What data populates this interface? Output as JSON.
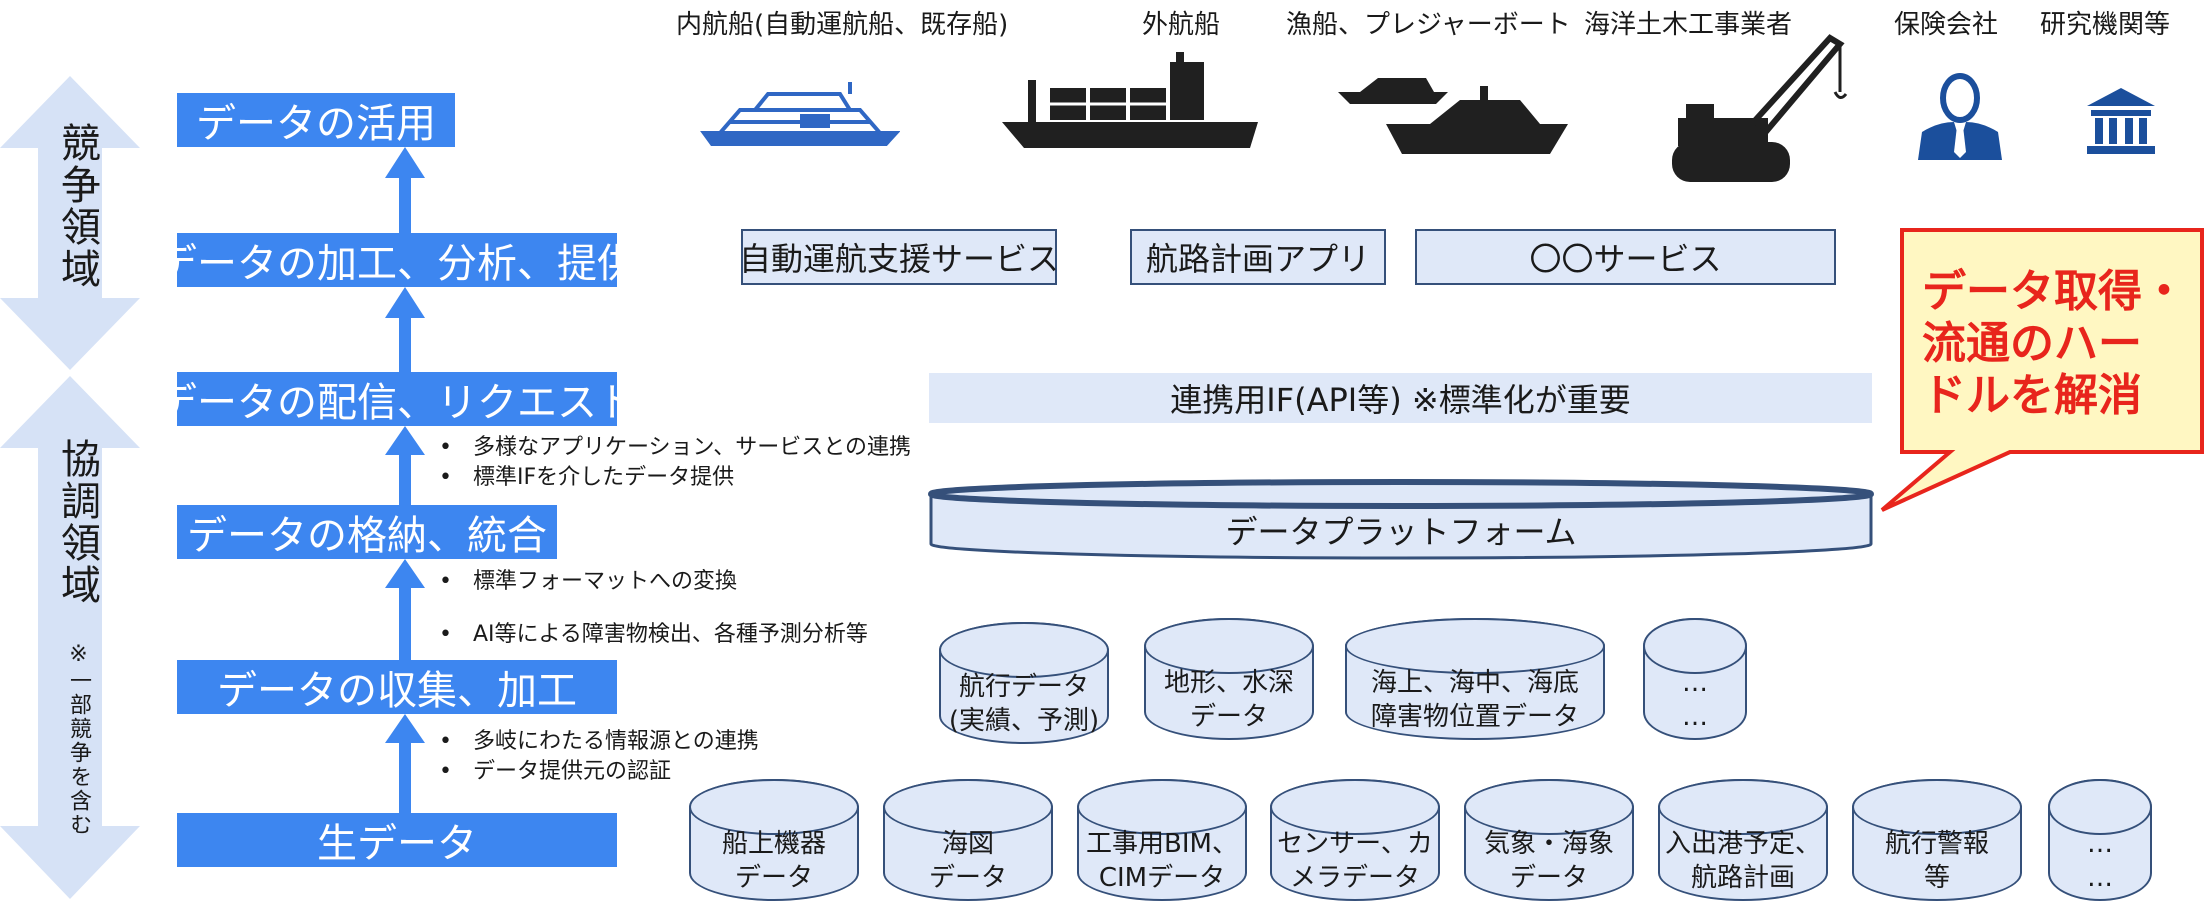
{
  "side_labels": {
    "competitive": "競争領域",
    "cooperative": "協調領域",
    "cooperative_note": "※一部競争を含む"
  },
  "stages": [
    {
      "label": "データの活用"
    },
    {
      "label": "データの加工、分析、提供"
    },
    {
      "label": "データの配信、リクエスト"
    },
    {
      "label": "データの格納、統合"
    },
    {
      "label": "データの収集、加工"
    },
    {
      "label": "生データ"
    }
  ],
  "notes": {
    "distribution": [
      "多様なアプリケーション、サービスとの連携",
      "標準IFを介したデータ提供"
    ],
    "storage_a": [
      "標準フォーマットへの変換"
    ],
    "storage_b": [
      "AI等による障害物検出、各種予測分析等"
    ],
    "collection": [
      "多岐にわたる情報源との連携",
      "データ提供元の認証"
    ]
  },
  "stakeholders": [
    {
      "label": "内航船(自動運航船、既存船)",
      "icon": "cruise-ship-icon"
    },
    {
      "label": "外航船",
      "icon": "container-ship-icon"
    },
    {
      "label": "漁船、プレジャーボート",
      "icon": "boat-icon"
    },
    {
      "label": "海洋土木工事業者",
      "icon": "crane-icon"
    },
    {
      "label": "保険会社",
      "icon": "person-icon"
    },
    {
      "label": "研究機関等",
      "icon": "institution-icon"
    }
  ],
  "services": [
    "自動運航支援サービス",
    "航路計画アプリ",
    "〇〇サービス"
  ],
  "api_bar": "連携用IF(API等) ※標準化が重要",
  "platform": "データプラットフォーム",
  "callout": "データ取得・\n流通のハー\nドルを解消",
  "processed_data": [
    "航行データ\n(実績、予測)",
    "地形、水深\nデータ",
    "海上、海中、海底\n障害物位置データ",
    "…\n…"
  ],
  "raw_data": [
    "船上機器\nデータ",
    "海図\nデータ",
    "工事用BIM、\nCIMデータ",
    "センサー、カ\nメラデータ",
    "気象・海象\nデータ",
    "入出港予定、\n航路計画",
    "航行警報\n等",
    "…\n…"
  ],
  "colors": {
    "stage_blue": "#3d86f0",
    "light_blue": "#dfe8f8",
    "navy": "#35507a",
    "arrow_blue": "#3d86f0",
    "side_arrow": "#d6e2f6",
    "callout_red": "#e8251c",
    "callout_yellow": "#fff7c2"
  }
}
